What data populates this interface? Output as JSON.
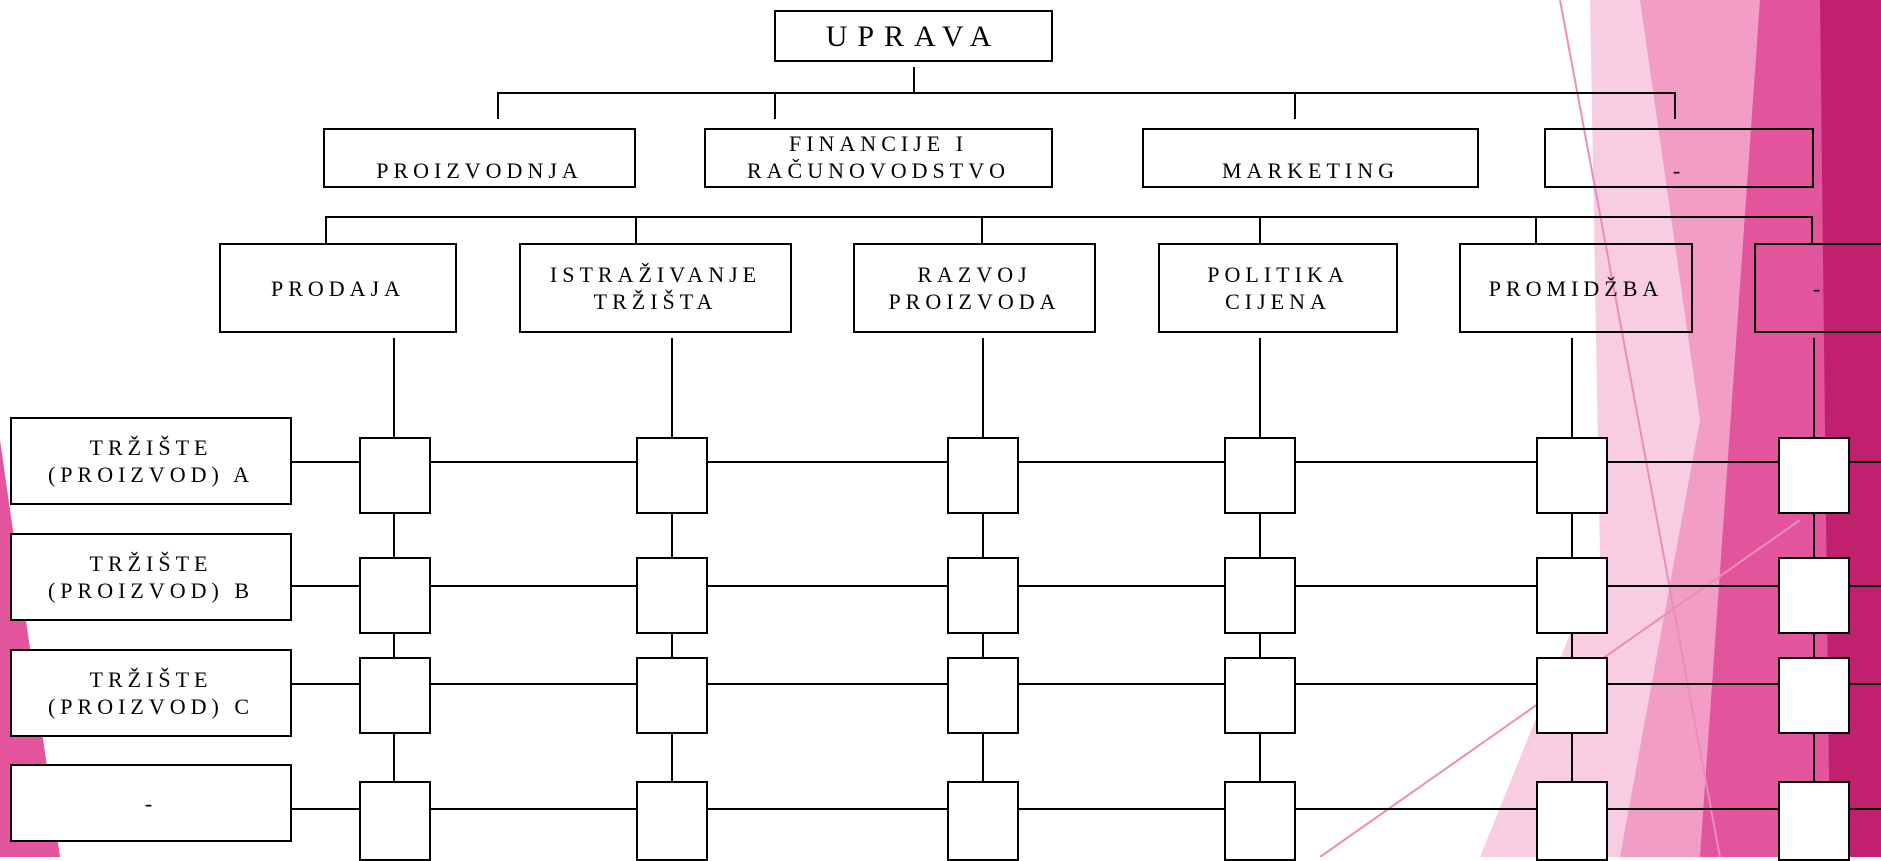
{
  "colors": {
    "background": "#ffffff",
    "line": "#000000",
    "accent_pink_dark": "#c0206e",
    "accent_pink": "#e2549b",
    "accent_pink_light": "#f29cc6",
    "accent_pink_pale": "#f8cde2"
  },
  "org_chart": {
    "top": {
      "label": "UPRAVA"
    },
    "departments": [
      {
        "id": "proizvodnja",
        "lines": [
          "PROIZVODNJA"
        ]
      },
      {
        "id": "financije",
        "lines": [
          "FINANCIJE I",
          "RAČUNOVODSTVO"
        ]
      },
      {
        "id": "marketing",
        "lines": [
          "MARKETING"
        ]
      },
      {
        "id": "dept-blank",
        "lines": [
          "-"
        ]
      }
    ],
    "functions": [
      {
        "id": "prodaja",
        "lines": [
          "PRODAJA"
        ]
      },
      {
        "id": "istrazivanje-trzista",
        "lines": [
          "ISTRAŽIVANJE",
          "TRŽIŠTA"
        ]
      },
      {
        "id": "razvoj-proizvoda",
        "lines": [
          "RAZVOJ",
          "PROIZVODA"
        ]
      },
      {
        "id": "politika-cijena",
        "lines": [
          "POLITIKA",
          "CIJENA"
        ]
      },
      {
        "id": "promidzba",
        "lines": [
          "PROMIDŽBA"
        ]
      },
      {
        "id": "function-blank",
        "lines": [
          "-"
        ]
      }
    ],
    "markets": [
      {
        "id": "trziste-a",
        "lines": [
          "TRŽIŠTE",
          "(PROIZVOD) A"
        ]
      },
      {
        "id": "trziste-b",
        "lines": [
          "TRŽIŠTE",
          "(PROIZVOD) B"
        ]
      },
      {
        "id": "trziste-c",
        "lines": [
          "TRŽIŠTE",
          "(PROIZVOD) C"
        ]
      },
      {
        "id": "market-blank",
        "lines": [
          "-"
        ]
      }
    ]
  }
}
